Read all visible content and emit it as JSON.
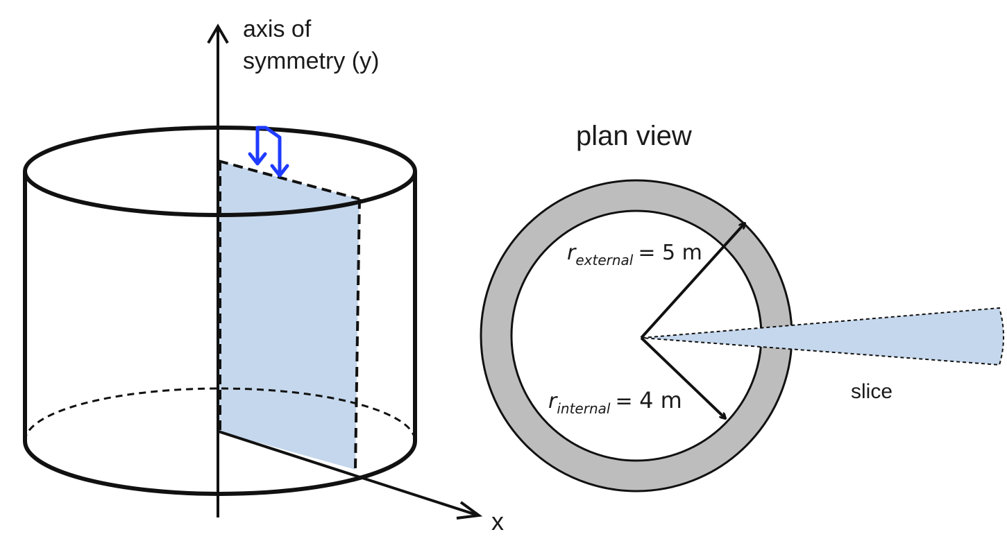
{
  "cylinder_view": {
    "axis_label_line1": "axis of",
    "axis_label_line2": "symmetry (y)",
    "x_axis_label": "x"
  },
  "plan_view": {
    "title": "plan view",
    "r_external": {
      "symbol": "r",
      "subscript": "external",
      "value": "= 5 m"
    },
    "r_internal": {
      "symbol": "r",
      "subscript": "internal",
      "value_prefix": "= ",
      "value": "4 m"
    },
    "slice_label": "slice"
  },
  "colors": {
    "slice_fill": "#c5d7ec",
    "ring_fill": "#bdbdbd",
    "arrow_blue": "#1f3cff",
    "stroke": "#111111"
  },
  "icons": {
    "section_arrows": "blue-down-arrows-icon"
  }
}
